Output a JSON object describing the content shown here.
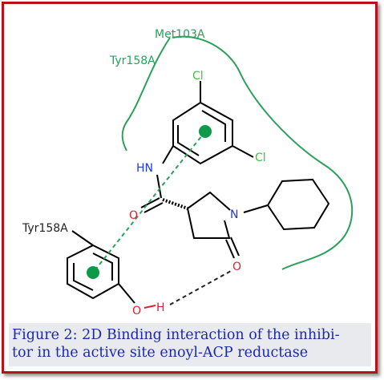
{
  "caption": {
    "line1": "Figure 2: 2D Binding interaction of the inhibi-",
    "line2": "tor in the active site enoyl-ACP reductase"
  },
  "residues": {
    "met103": "Met103A",
    "tyr158_top": "Tyr158A",
    "tyr158_left": "Tyr158A"
  },
  "atoms": {
    "cl_top": "Cl",
    "cl_right": "Cl",
    "nh": "HN",
    "o_amide": "O",
    "n_ring": "N",
    "o_lactam": "O",
    "o_hydroxyl": "O",
    "h_hydroxyl": "H"
  },
  "colors": {
    "frame": "#b5121b",
    "caption_text": "#1a2aa8",
    "caption_bg": "#e9eaee",
    "pocket": "#2aa05a",
    "pi_center": "#0f9a4a",
    "chlorine": "#33cc33",
    "nitrogen": "#1f3bd6",
    "oxygen": "#e0202a",
    "bond": "#000000"
  }
}
